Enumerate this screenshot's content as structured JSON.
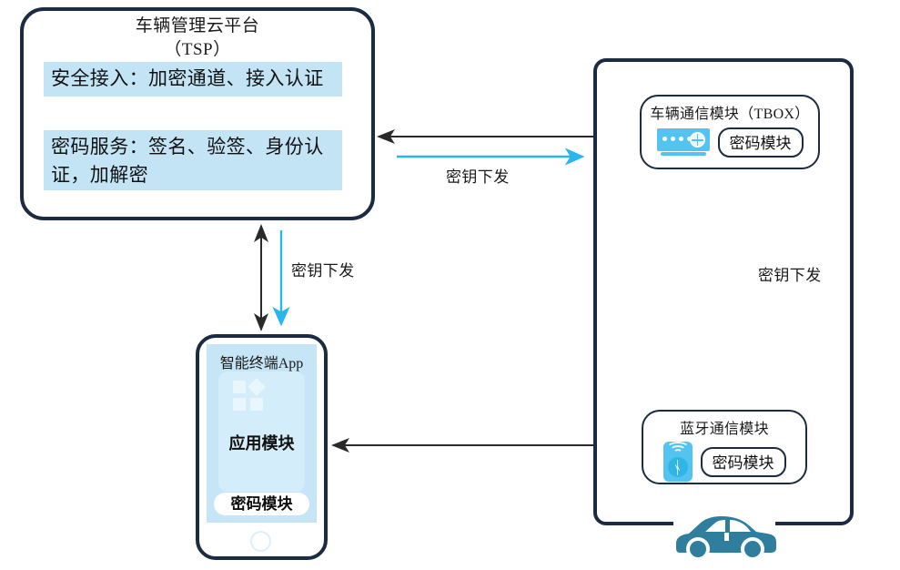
{
  "diagram": {
    "title_visible": false,
    "colors": {
      "outline": "#1b2b42",
      "band_fill": "#c2e4f5",
      "accent_blue": "#53c3f0",
      "arrow_dark": "#2a2a2a",
      "arrow_blue": "#29b6ef",
      "car_teal": "#2f7e9e",
      "phone_screen": "#c6e6f7"
    },
    "tsp": {
      "title": "车辆管理云平台",
      "subtitle": "（TSP）",
      "bands": [
        "安全接入：加密通道、接入认证",
        "密码服务：签名、验签、身份认证，加解密"
      ]
    },
    "vehicle": {
      "tbox": {
        "title": "车辆通信模块（TBOX）",
        "icon": "router-icon",
        "crypto_module": "密码模块"
      },
      "bluetooth": {
        "title": "蓝牙通信模块",
        "icon": "bluetooth-icon",
        "crypto_module": "密码模块"
      },
      "car_icon": "car-icon"
    },
    "phone": {
      "app_title": "智能终端App",
      "app_icon": "app-grid-icon",
      "app_module": "应用模块",
      "crypto_module": "密码模块",
      "home_button": "home-button-icon"
    },
    "arrows": [
      {
        "name": "tsp-to-tbox",
        "style": "double-headed",
        "color": "#2a2a2a",
        "label": ""
      },
      {
        "name": "tsp-to-tbox-key",
        "style": "single-headed",
        "color": "#29b6ef",
        "label": "密钥下发",
        "label_position": "below"
      },
      {
        "name": "tsp-to-phone",
        "style": "double-headed",
        "color": "#2a2a2a",
        "label": ""
      },
      {
        "name": "tsp-to-phone-key",
        "style": "single-headed",
        "color": "#29b6ef",
        "label": "密钥下发",
        "label_position": "right"
      },
      {
        "name": "tbox-to-bluetooth",
        "style": "double-headed",
        "color": "#2a2a2a",
        "label": ""
      },
      {
        "name": "tbox-to-bluetooth-key",
        "style": "single-headed",
        "color": "#29b6ef",
        "label": "密钥下发",
        "label_position": "right"
      },
      {
        "name": "phone-to-bluetooth",
        "style": "double-headed",
        "color": "#2a2a2a",
        "label": ""
      }
    ],
    "labels": {
      "key_distribution_top": "密钥下发",
      "key_distribution_left": "密钥下发",
      "key_distribution_right": "密钥下发"
    }
  }
}
